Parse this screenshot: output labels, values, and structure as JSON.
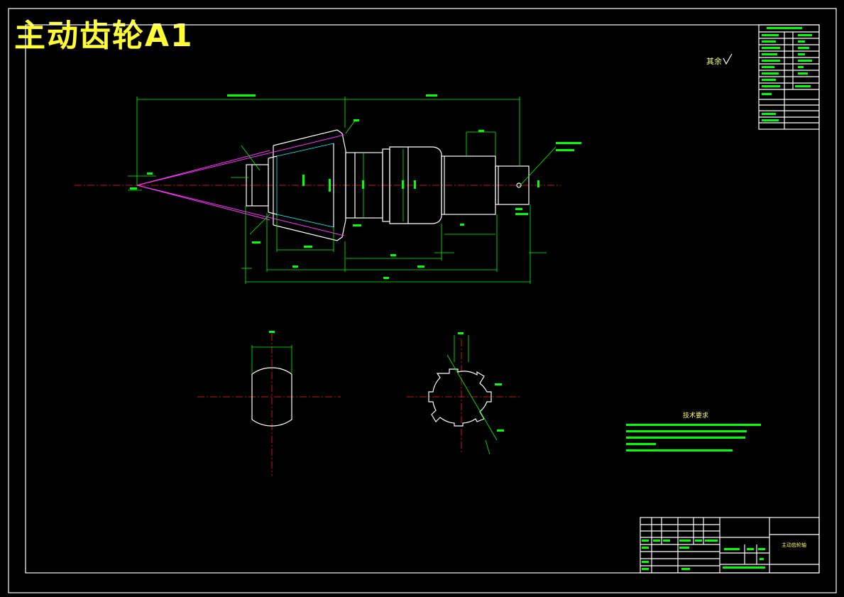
{
  "title": "主动齿轮A1",
  "roughness_note": "其余",
  "tech_req_title": "技术要求",
  "title_block_name": "主动齿轮轴"
}
